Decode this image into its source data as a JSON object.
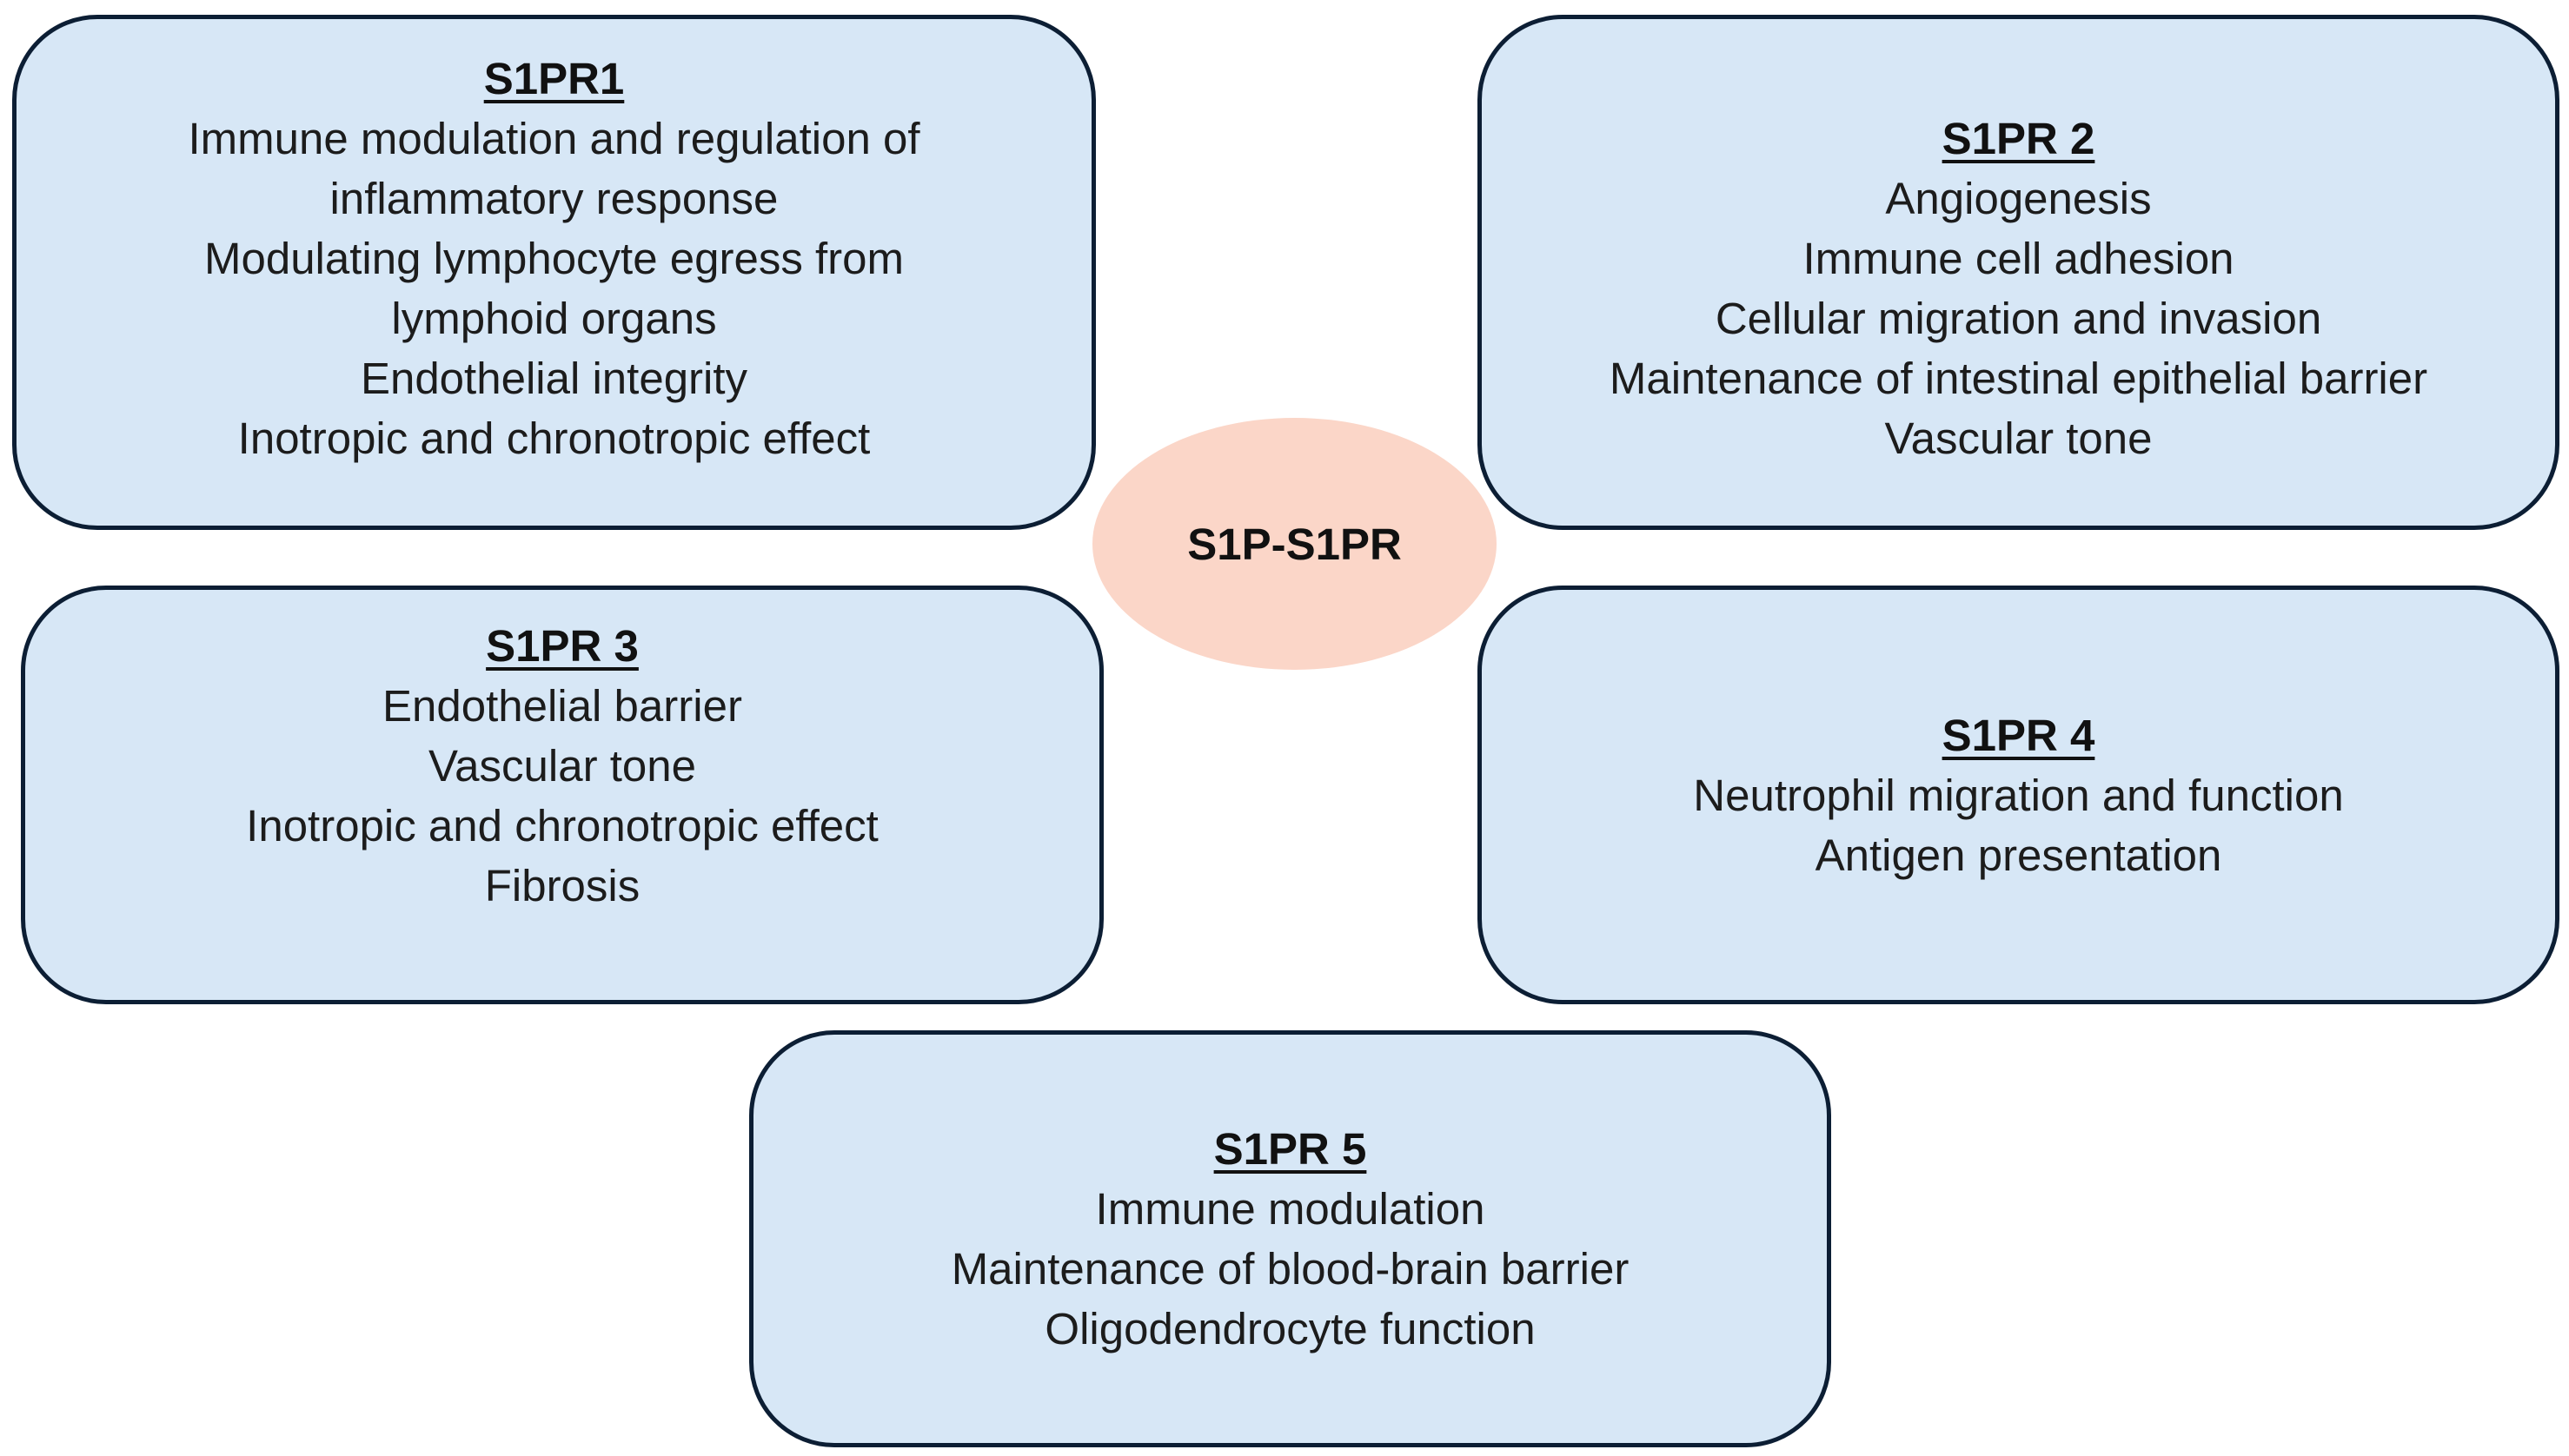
{
  "hub": {
    "label": "S1P-S1PR"
  },
  "receptors": [
    {
      "title": "S1PR1",
      "lines": [
        "Immune modulation and regulation of",
        "inflammatory response",
        "Modulating lymphocyte egress from",
        "lymphoid organs",
        "Endothelial integrity",
        "Inotropic and chronotropic effect"
      ]
    },
    {
      "title": "S1PR 2",
      "lines": [
        "Angiogenesis",
        "Immune cell adhesion",
        "Cellular migration and invasion",
        "Maintenance of intestinal epithelial barrier",
        "Vascular tone"
      ]
    },
    {
      "title": "S1PR 3",
      "lines": [
        "Endothelial barrier",
        "Vascular tone",
        "Inotropic and chronotropic effect",
        "Fibrosis"
      ]
    },
    {
      "title": "S1PR 4",
      "lines": [
        "Neutrophil migration and function",
        "Antigen presentation"
      ]
    },
    {
      "title": "S1PR 5",
      "lines": [
        "Immune modulation",
        "Maintenance of blood-brain barrier",
        "Oligodendrocyte function"
      ]
    }
  ]
}
